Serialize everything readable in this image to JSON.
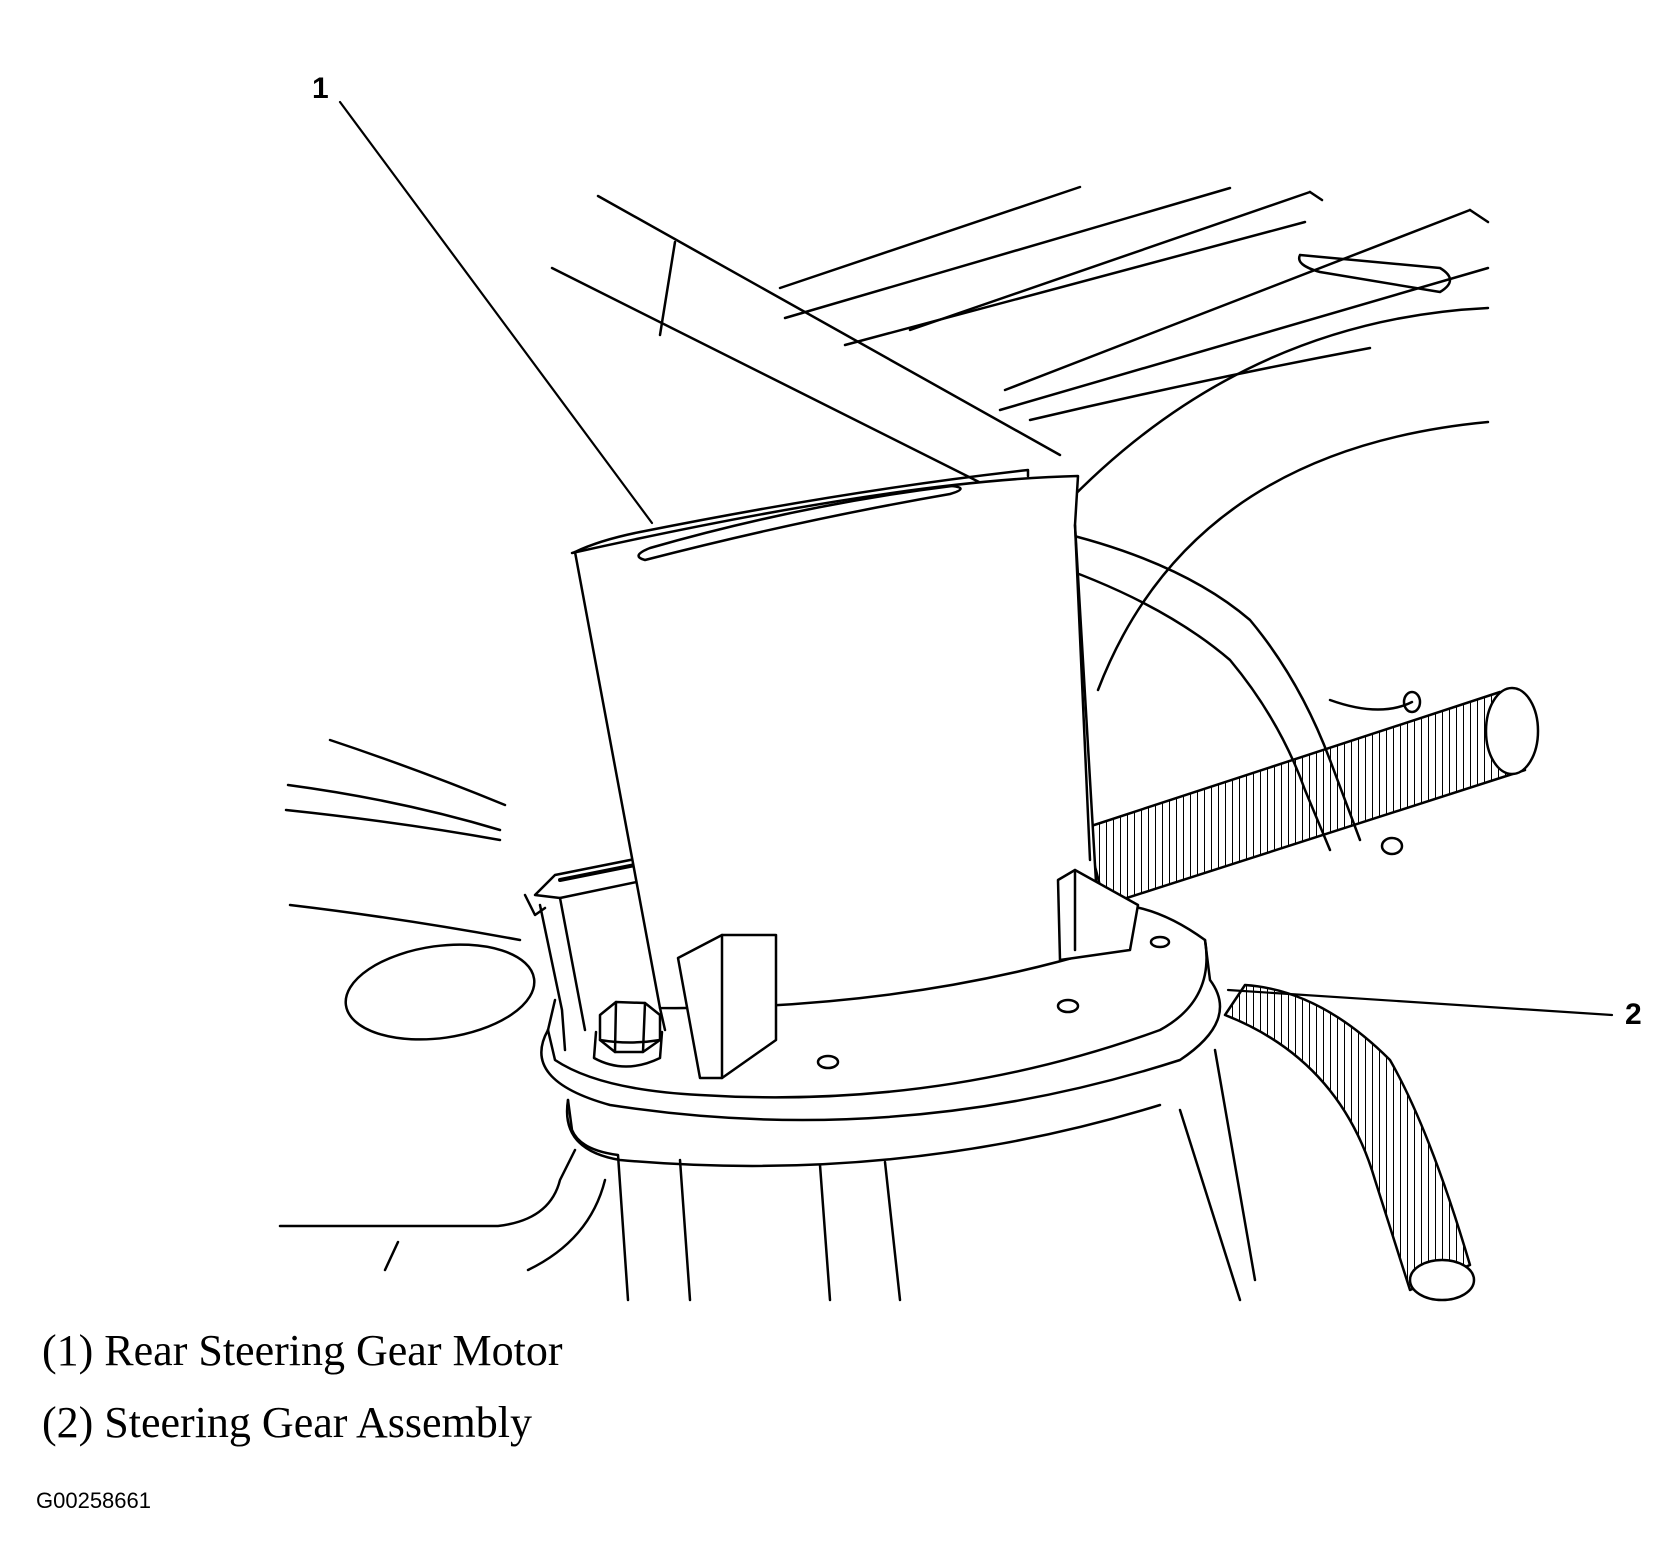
{
  "callouts": [
    {
      "number": "1"
    },
    {
      "number": "2"
    }
  ],
  "legend": [
    {
      "text": "(1) Rear Steering Gear Motor"
    },
    {
      "text": "(2) Steering Gear Assembly"
    }
  ],
  "figure_id": "G00258661"
}
